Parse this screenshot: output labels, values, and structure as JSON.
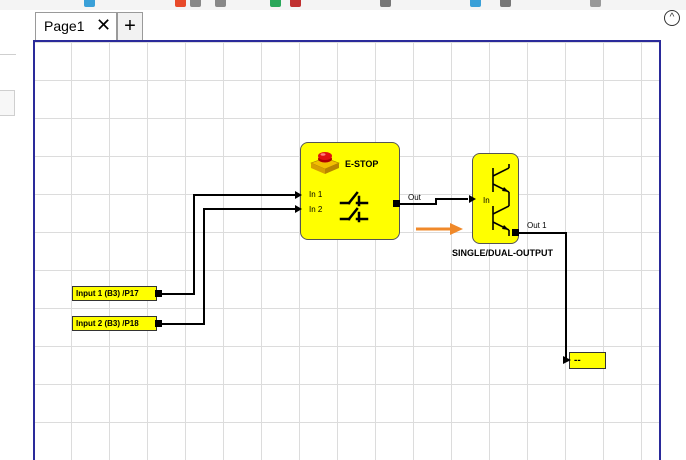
{
  "tabs": [
    {
      "label": "Page1"
    }
  ],
  "add_tab_label": "+",
  "close_glyph": "✕",
  "collapse_glyph": "^",
  "blocks": {
    "estop": {
      "title": "E-STOP",
      "in1": "In 1",
      "in2": "In 2",
      "out": "Out"
    },
    "sdo": {
      "title": "SINGLE/DUAL-OUTPUT",
      "in": "In",
      "out1": "Out 1"
    },
    "input1": {
      "label": "Input 1 (B3) /P17"
    },
    "input2": {
      "label": "Input 2 (B3) /P18"
    },
    "output": {
      "label": "--"
    }
  },
  "colors": {
    "block": "#ffff00",
    "canvas_border": "#2a2a9a",
    "arrow": "#f0892a",
    "grid": "#dcdcdc"
  },
  "icons": [
    "estop-button-icon",
    "contact-symbol-icon",
    "transistor-symbol-icon",
    "orange-arrow-icon"
  ]
}
